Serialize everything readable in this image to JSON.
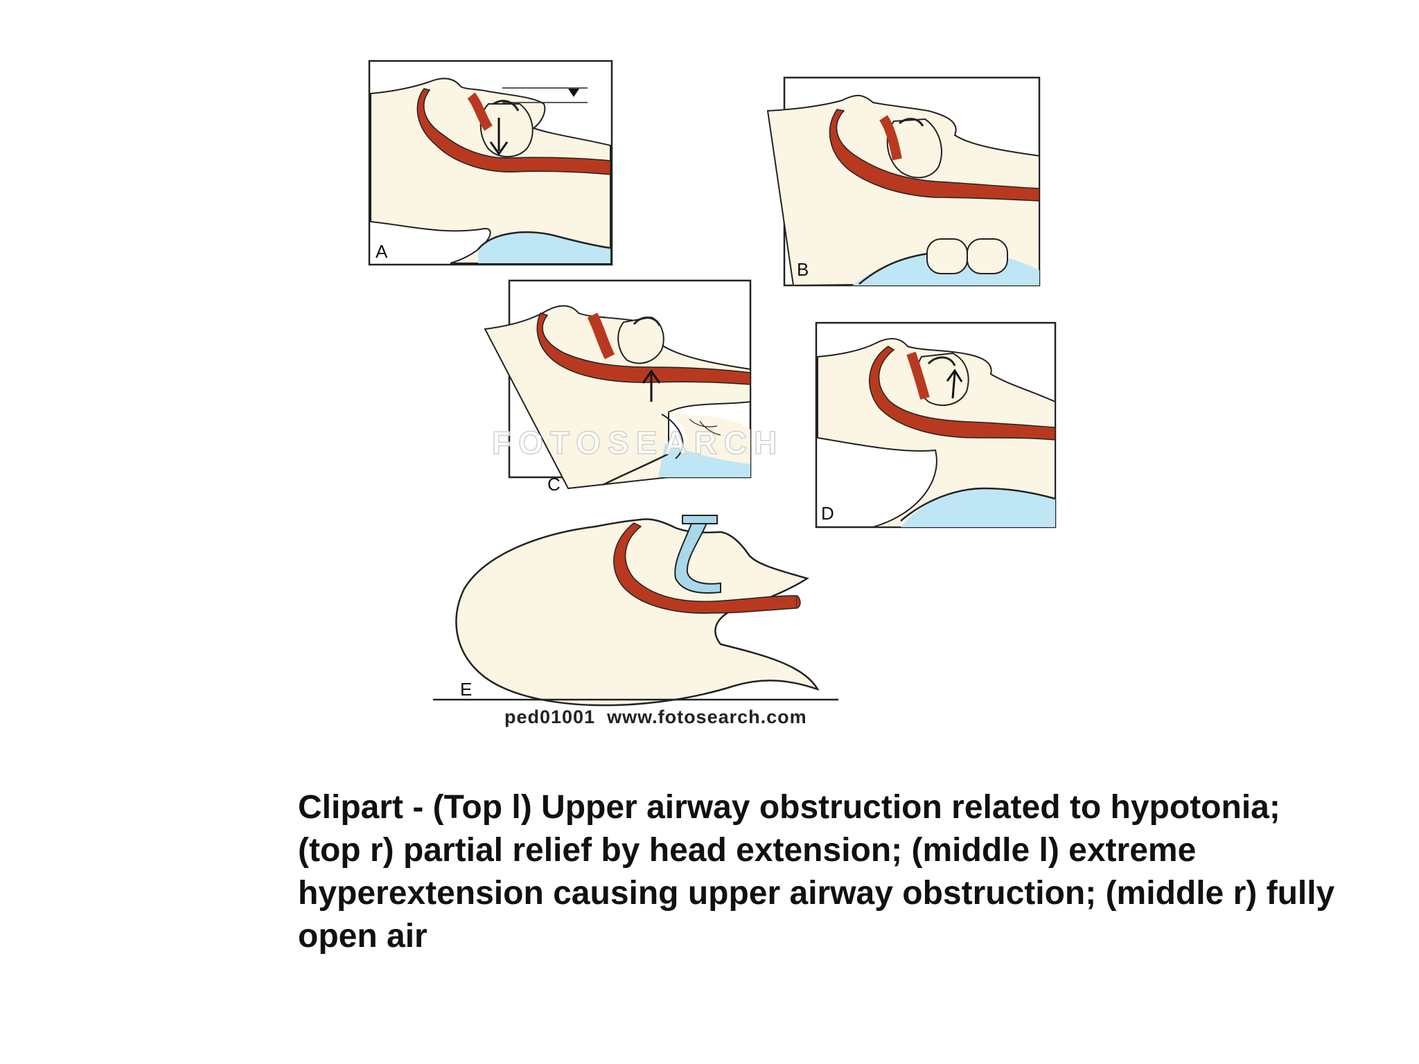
{
  "figure": {
    "panels": [
      {
        "id": "a",
        "label": "A"
      },
      {
        "id": "b",
        "label": "B"
      },
      {
        "id": "c",
        "label": "C"
      },
      {
        "id": "d",
        "label": "D"
      },
      {
        "id": "e",
        "label": "E"
      }
    ],
    "credit": "ped01001  www.fotosearch.com",
    "watermark": "FOTOSEARCH"
  },
  "caption": "Clipart - (Top l) Upper airway obstruction related to hypotonia; (top r) partial relief by head extension; (middle l) extreme hyperextension causing upper airway obstruction; (middle r) fully open air",
  "colors": {
    "skin": "#fbf5e3",
    "airway_muscle": "#b8391f",
    "pillow": "#bfe6f5",
    "outline": "#222222",
    "tube": "#a8d8ea"
  }
}
